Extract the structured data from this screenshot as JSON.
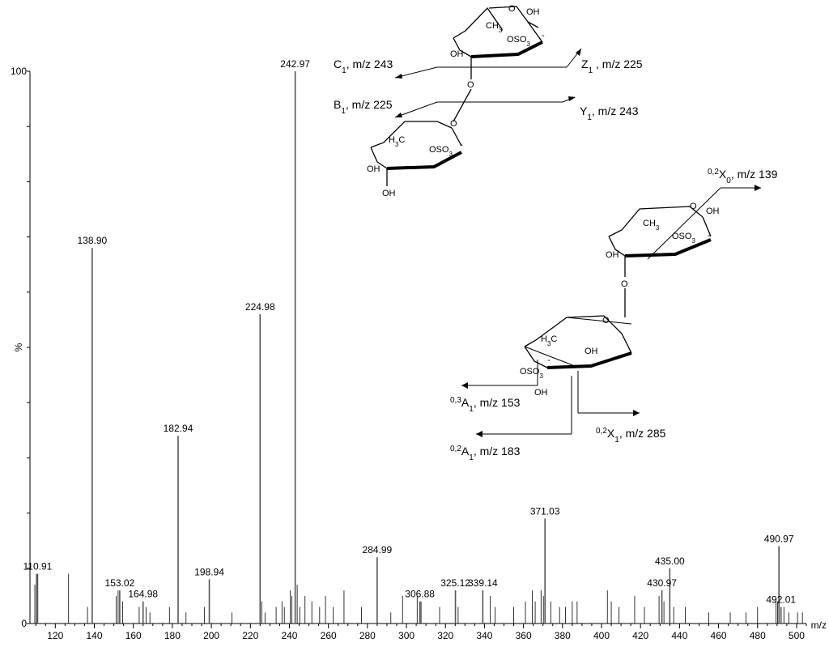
{
  "chart_data": {
    "type": "bar",
    "xlabel": "m/z",
    "ylabel": "%",
    "xlim": [
      107,
      505
    ],
    "ylim": [
      0,
      100
    ],
    "x_ticks": [
      120,
      140,
      160,
      180,
      200,
      220,
      240,
      260,
      280,
      300,
      320,
      340,
      360,
      380,
      400,
      420,
      440,
      460,
      480,
      500
    ],
    "y_ticks": [
      "0",
      "100"
    ],
    "labeled_peaks": [
      {
        "mz": 110.91,
        "label": "110.91",
        "intensity": 9
      },
      {
        "mz": 138.9,
        "label": "138.90",
        "intensity": 68
      },
      {
        "mz": 153.02,
        "label": "153.02",
        "intensity": 6
      },
      {
        "mz": 164.98,
        "label": "164.98",
        "intensity": 4
      },
      {
        "mz": 182.94,
        "label": "182.94",
        "intensity": 34
      },
      {
        "mz": 198.94,
        "label": "198.94",
        "intensity": 8
      },
      {
        "mz": 224.98,
        "label": "224.98",
        "intensity": 56
      },
      {
        "mz": 242.97,
        "label": "242.97",
        "intensity": 100
      },
      {
        "mz": 284.99,
        "label": "284.99",
        "intensity": 12
      },
      {
        "mz": 306.88,
        "label": "306.88",
        "intensity": 4
      },
      {
        "mz": 325.12,
        "label": "325.12",
        "intensity": 6
      },
      {
        "mz": 339.14,
        "label": "339.14",
        "intensity": 6
      },
      {
        "mz": 371.03,
        "label": "371.03",
        "intensity": 19
      },
      {
        "mz": 430.97,
        "label": "430.97",
        "intensity": 6
      },
      {
        "mz": 435.0,
        "label": "435.00",
        "intensity": 10
      },
      {
        "mz": 490.97,
        "label": "490.97",
        "intensity": 14
      },
      {
        "mz": 492.01,
        "label": "492.01",
        "intensity": 3
      }
    ],
    "minor_peaks": [
      [
        109.5,
        7
      ],
      [
        110.3,
        9
      ],
      [
        126.8,
        9
      ],
      [
        136.5,
        3
      ],
      [
        151.2,
        5
      ],
      [
        152.2,
        6
      ],
      [
        154.5,
        4
      ],
      [
        163.0,
        3
      ],
      [
        166.5,
        3
      ],
      [
        168.5,
        2
      ],
      [
        178.5,
        3
      ],
      [
        187.0,
        2
      ],
      [
        196.5,
        3
      ],
      [
        210.5,
        2
      ],
      [
        225.8,
        4
      ],
      [
        227.5,
        2
      ],
      [
        233.2,
        3
      ],
      [
        236.2,
        4
      ],
      [
        237.4,
        3
      ],
      [
        240.5,
        6
      ],
      [
        241.3,
        5
      ],
      [
        244.0,
        7
      ],
      [
        245.3,
        3
      ],
      [
        248.0,
        5
      ],
      [
        251.5,
        4
      ],
      [
        255.5,
        3
      ],
      [
        258.5,
        5
      ],
      [
        262.5,
        3
      ],
      [
        268.0,
        6
      ],
      [
        277.0,
        3
      ],
      [
        292.0,
        2
      ],
      [
        298.0,
        5
      ],
      [
        305.5,
        5
      ],
      [
        307.5,
        4
      ],
      [
        317.0,
        3
      ],
      [
        326.5,
        3
      ],
      [
        343.0,
        5
      ],
      [
        345.5,
        3
      ],
      [
        355.0,
        3
      ],
      [
        361.0,
        4
      ],
      [
        364.5,
        6
      ],
      [
        366.0,
        4
      ],
      [
        369.0,
        6
      ],
      [
        370.2,
        5
      ],
      [
        374.0,
        4
      ],
      [
        378.5,
        3
      ],
      [
        381.5,
        3
      ],
      [
        385.0,
        4
      ],
      [
        387.5,
        4
      ],
      [
        403.0,
        6
      ],
      [
        405.0,
        4
      ],
      [
        409.0,
        3
      ],
      [
        417.0,
        5
      ],
      [
        422.0,
        3
      ],
      [
        429.5,
        5
      ],
      [
        432.0,
        4
      ],
      [
        437.0,
        3
      ],
      [
        443.0,
        3
      ],
      [
        455.0,
        2
      ],
      [
        466.0,
        2
      ],
      [
        474.0,
        2
      ],
      [
        480.0,
        3
      ],
      [
        489.5,
        4
      ],
      [
        490.3,
        4
      ],
      [
        493.5,
        3
      ],
      [
        496.0,
        2
      ],
      [
        500.5,
        2
      ],
      [
        503.0,
        2
      ]
    ]
  },
  "annotations": {
    "fragments": [
      {
        "id": "c1",
        "ion": "C",
        "sub": "1",
        "sup": "",
        "mz_text": ", m/z 243"
      },
      {
        "id": "z1",
        "ion": "Z",
        "sub": "1",
        "sup": "",
        "mz_text": " , m/z 225"
      },
      {
        "id": "b1",
        "ion": "B",
        "sub": "1",
        "sup": "",
        "mz_text": ", m/z 225"
      },
      {
        "id": "y1",
        "ion": "Y",
        "sub": "1",
        "sup": "",
        "mz_text": ", m/z 243"
      },
      {
        "id": "x0",
        "ion": "X",
        "sub": "0",
        "sup": "0,2",
        "mz_text": ", m/z 139"
      },
      {
        "id": "a1_03",
        "ion": "A",
        "sub": "1",
        "sup": "0,3",
        "mz_text": ", m/z 153"
      },
      {
        "id": "x1_02",
        "ion": "X",
        "sub": "1",
        "sup": "0,2",
        "mz_text": ", m/z 285"
      },
      {
        "id": "a1_02",
        "ion": "A",
        "sub": "1",
        "sup": "0,2",
        "mz_text": ", m/z 183"
      }
    ],
    "structure_labels": {
      "ch3": "CH",
      "ch3_sub": "3",
      "h3c_h": "H",
      "h3c_sub": "3",
      "h3c_c": "C",
      "oh": "OH",
      "oso3": "OSO",
      "oso3_sub": "3",
      "minus": "-",
      "o": "O"
    }
  },
  "colors": {
    "peak_stroke": "#555555",
    "text": "#000000",
    "background": "#ffffff"
  }
}
